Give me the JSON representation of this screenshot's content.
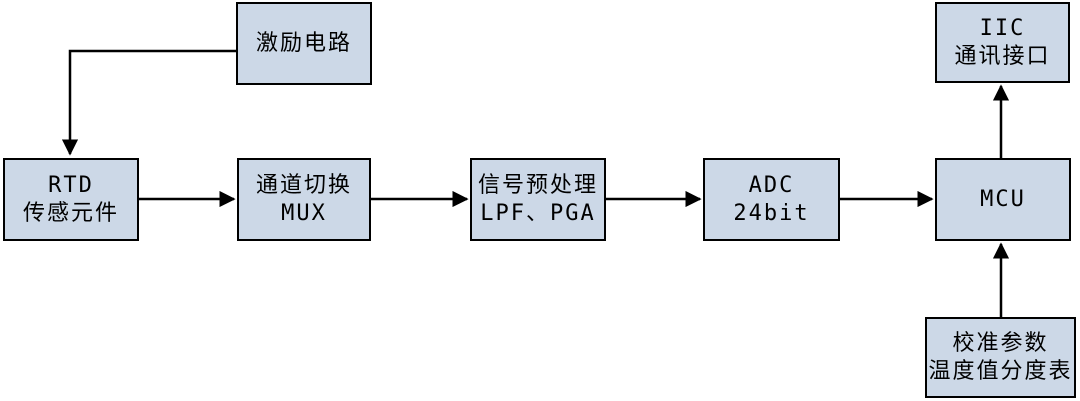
{
  "colors": {
    "node_fill": "#ccd8e7",
    "node_border": "#000000",
    "arrow": "#000000",
    "background": "#ffffff"
  },
  "nodes": {
    "excitation": {
      "lines": [
        "激励电路"
      ]
    },
    "rtd": {
      "lines": [
        "RTD",
        "传感元件"
      ]
    },
    "mux": {
      "lines": [
        "通道切换",
        "MUX"
      ]
    },
    "preprocess": {
      "lines": [
        "信号预处理",
        "LPF、PGA"
      ]
    },
    "adc": {
      "lines": [
        "ADC",
        "24bit"
      ]
    },
    "mcu": {
      "lines": [
        "MCU"
      ]
    },
    "iic": {
      "lines": [
        "IIC",
        "通讯接口"
      ]
    },
    "calibration": {
      "lines": [
        "校准参数",
        "温度值分度表"
      ]
    }
  },
  "edges": [
    {
      "from": "excitation",
      "to": "rtd"
    },
    {
      "from": "rtd",
      "to": "mux"
    },
    {
      "from": "mux",
      "to": "preprocess"
    },
    {
      "from": "preprocess",
      "to": "adc"
    },
    {
      "from": "adc",
      "to": "mcu"
    },
    {
      "from": "mcu",
      "to": "iic"
    },
    {
      "from": "calibration",
      "to": "mcu"
    }
  ]
}
